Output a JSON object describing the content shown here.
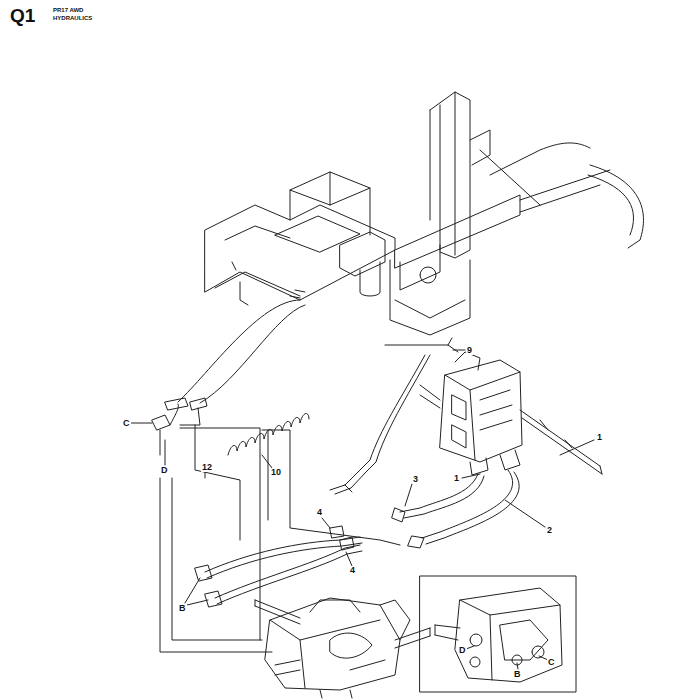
{
  "diagram": {
    "title": "Q1",
    "labels": [
      "PR17 AWD",
      "HYDRAULICS",
      "9",
      "1",
      "1",
      "3",
      "2",
      "4",
      "4",
      "10",
      "12",
      "C",
      "D",
      "B",
      "D",
      "C",
      "B"
    ]
  }
}
